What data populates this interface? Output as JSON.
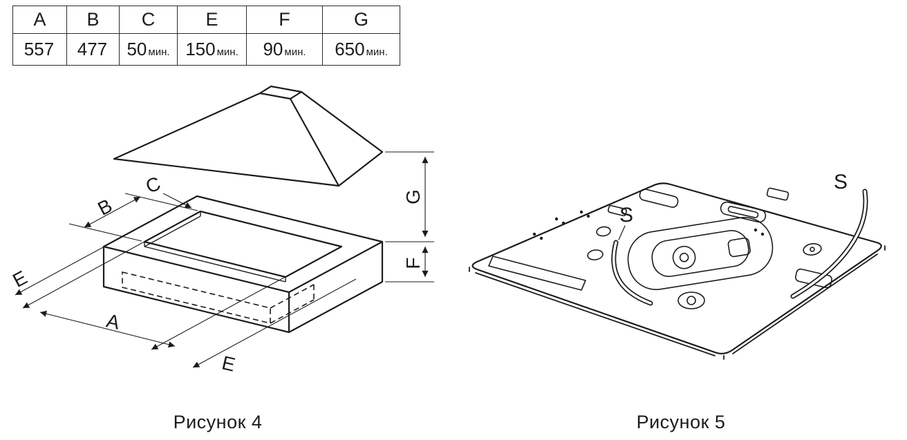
{
  "colors": {
    "ink": "#1b1b1b",
    "background": "#ffffff"
  },
  "table": {
    "columns": [
      {
        "header": "A",
        "value": "557",
        "unit": ""
      },
      {
        "header": "B",
        "value": "477",
        "unit": ""
      },
      {
        "header": "C",
        "value": "50",
        "unit": "мин."
      },
      {
        "header": "E",
        "value": "150",
        "unit": "мин."
      },
      {
        "header": "F",
        "value": "90",
        "unit": "мин."
      },
      {
        "header": "G",
        "value": "650",
        "unit": "мин."
      }
    ]
  },
  "figure4": {
    "caption": "Рисунок 4",
    "labels": {
      "A": "A",
      "B": "B",
      "C": "C",
      "E_left": "E",
      "E_bottom": "E",
      "F": "F",
      "G": "G"
    }
  },
  "figure5": {
    "caption": "Рисунок 5",
    "labels": {
      "S_center": "S",
      "S_right": "S"
    }
  }
}
